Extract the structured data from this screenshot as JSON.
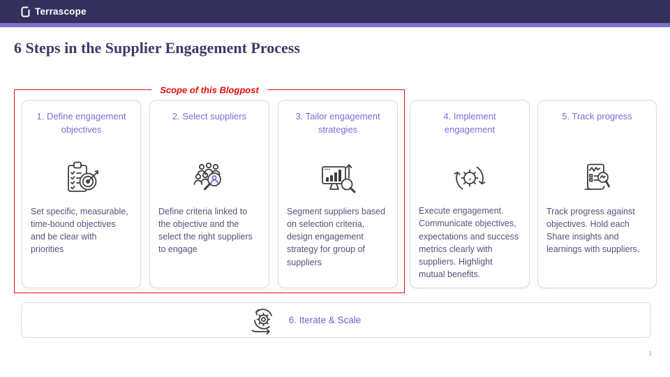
{
  "header": {
    "brand": "Terrascope"
  },
  "page": {
    "title": "6 Steps in the Supplier Engagement Process",
    "page_number": "1"
  },
  "scope_box": {
    "label": "Scope of this Blogpost",
    "color": "#ee0a0a"
  },
  "steps": [
    {
      "title": "1. Define engagement objectives",
      "description": "Set specific, measurable, time-bound objectives and be clear with priorities",
      "icon": "clipboard-checklist-target-icon"
    },
    {
      "title": "2. Select suppliers",
      "description": "Define criteria linked to the objective and the select the right suppliers to engage",
      "icon": "people-magnifier-icon"
    },
    {
      "title": "3. Tailor engagement strategies",
      "description": "Segment suppliers based on selection criteria, design engagement strategy for group of suppliers",
      "icon": "monitor-chart-magnifier-icon"
    },
    {
      "title": "4. Implement engagement",
      "description": "Execute engagement. Communicate objectives, expectations and success metrics clearly with suppliers. Highlight mutual benefits.",
      "icon": "gear-sync-icon"
    },
    {
      "title": "5. Track progress",
      "description": "Track progress against objectives. Hold each Share insights and learnings with suppliers.",
      "icon": "report-magnifier-icon"
    }
  ],
  "iterate_step": {
    "label": "6. Iterate & Scale",
    "icon": "iterate-gear-icon"
  },
  "colors": {
    "header_bar": "#33305c",
    "header_accent": "#7e6fc9",
    "title_text": "#3c3968",
    "step_title": "#7b6ed6",
    "step_body": "#55517b",
    "card_border": "#d9d9e2",
    "scope_red": "#ee0a0a"
  }
}
